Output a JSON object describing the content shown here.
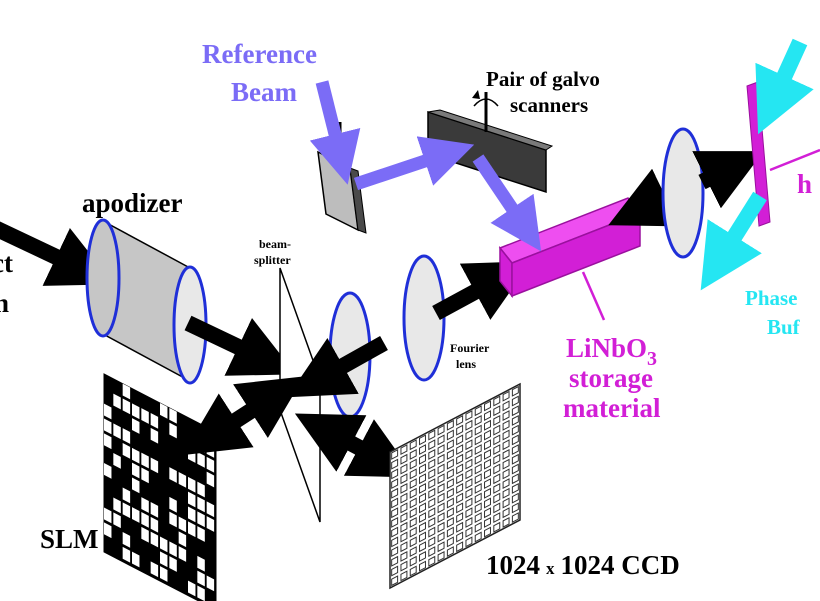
{
  "labels": {
    "reference_beam_line1": "Reference",
    "reference_beam_line2": "Beam",
    "galvo_line1": "Pair of galvo",
    "galvo_line2": "scanners",
    "apodizer": "apodizer",
    "beam_splitter_line1": "beam-",
    "beam_splitter_line2": "splitter",
    "fourier_line1": "Fourier",
    "fourier_line2": "lens",
    "storage_line1_main": "LiNbO",
    "storage_line1_sub": "3",
    "storage_line2": "storage",
    "storage_line3": "material",
    "slm": "SLM",
    "ccd_a": "1024",
    "ccd_x": "x",
    "ccd_b": "1024 CCD",
    "left_cut_1": "ct",
    "left_cut_2": "n",
    "right_cut_h": "h",
    "phase_line1": "Phase",
    "phase_line2": "Buf"
  },
  "colors": {
    "reference": "#7B6CF6",
    "storage": "#D21FD6",
    "phase": "#25E6F2",
    "lens_edge": "#1F2FD8",
    "arrow": "#000000"
  }
}
